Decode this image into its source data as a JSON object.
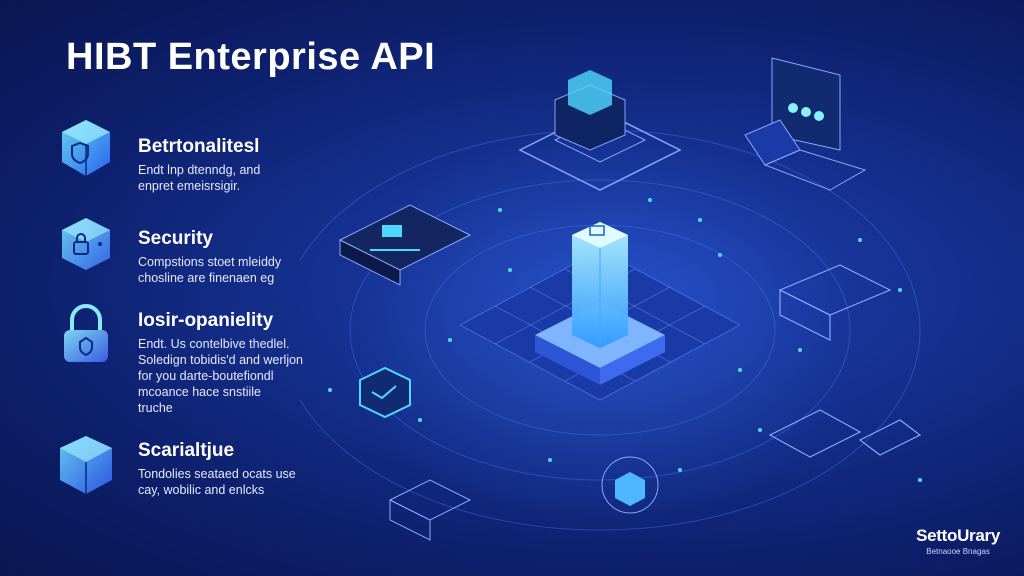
{
  "title": "HIBT Enterprise API",
  "features": [
    {
      "heading": "Betrtonalitesl",
      "desc_lines": [
        "Endt lnp dtenndg, and",
        "enpret emeisrsigir."
      ],
      "icon": "cube-shield-icon"
    },
    {
      "heading": "Security",
      "desc_lines": [
        "Compstions stoet mleiddy",
        "chosline are finenaen eg"
      ],
      "icon": "lock-cube-icon"
    },
    {
      "heading": "Iosir-opanielity",
      "desc_lines": [
        "Endt. Us contelbive thedlel.",
        "Soledign tobidis'd and werljon",
        "for you darte-boutefiondl",
        "mcoance hace snstiile",
        "truche"
      ],
      "icon": "padlock-icon"
    },
    {
      "heading": "Scarialtjue",
      "desc_lines": [
        "Tondolies seataed ocats use",
        "cay, wobilic and enlcks"
      ],
      "icon": "scalable-cube-icon"
    }
  ],
  "logo": {
    "name": "SettoUrary",
    "tagline": "Betnaooe Bnagas"
  },
  "colors": {
    "background": "#15308f",
    "accent": "#4fd8ff",
    "glow": "#7fe8ff"
  }
}
